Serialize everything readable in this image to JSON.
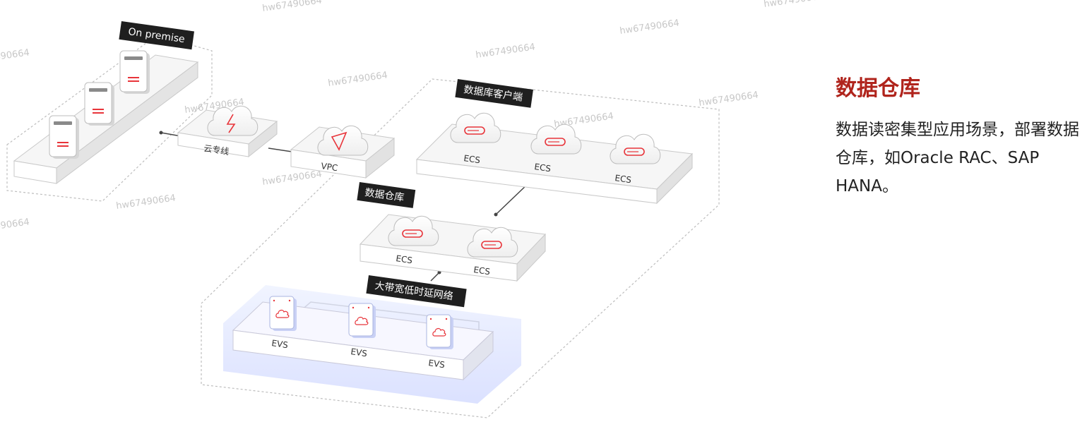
{
  "colors": {
    "accent": "#e8343a",
    "title": "#b0241c",
    "tag_bg": "#1f1f1f"
  },
  "tags": {
    "on_premise": "On premise",
    "db_client": "数据库客户端",
    "data_warehouse": "数据仓库",
    "network": "大带宽低时延网络"
  },
  "nodes": {
    "cloud_line": "云专线",
    "vpc": "VPC",
    "ecs": "ECS",
    "evs": "EVS"
  },
  "watermark": "hw67490664",
  "side": {
    "title": "数据仓库",
    "description": "数据读密集型应用场景，部署数据仓库，如Oracle RAC、SAP HANA。"
  }
}
